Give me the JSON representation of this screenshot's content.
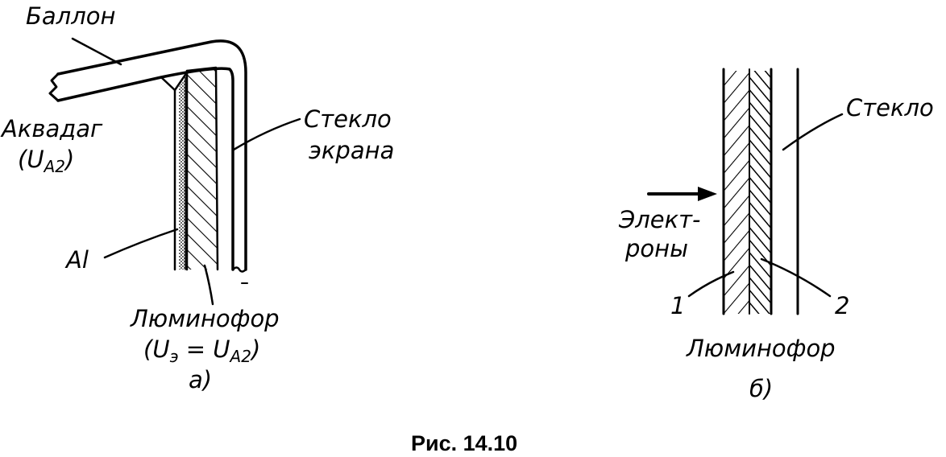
{
  "panel_a": {
    "label_ballon": "Баллон",
    "label_aquadag_line1": "Аквадаг",
    "label_aquadag_paren_open": "(",
    "label_aquadag_U": "U",
    "label_aquadag_sub": "A2",
    "label_aquadag_paren_close": ")",
    "label_glass_line1": "Стекло",
    "label_glass_line2": "экрана",
    "label_al": "Al",
    "label_phosphor": "Люминофор",
    "label_formula_open": "(",
    "label_formula_U1": "U",
    "label_formula_sub1": "э",
    "label_formula_eq": " = ",
    "label_formula_U2": "U",
    "label_formula_sub2": "A2",
    "label_formula_close": ")",
    "panel_letter": "а)"
  },
  "panel_b": {
    "label_glass": "Стекло",
    "label_electrons_line1": "Элект-",
    "label_electrons_line2": "роны",
    "label_1": "1",
    "label_2": "2",
    "label_phosphor": "Люминофор",
    "panel_letter": "б)"
  },
  "caption": "Рис. 14.10"
}
